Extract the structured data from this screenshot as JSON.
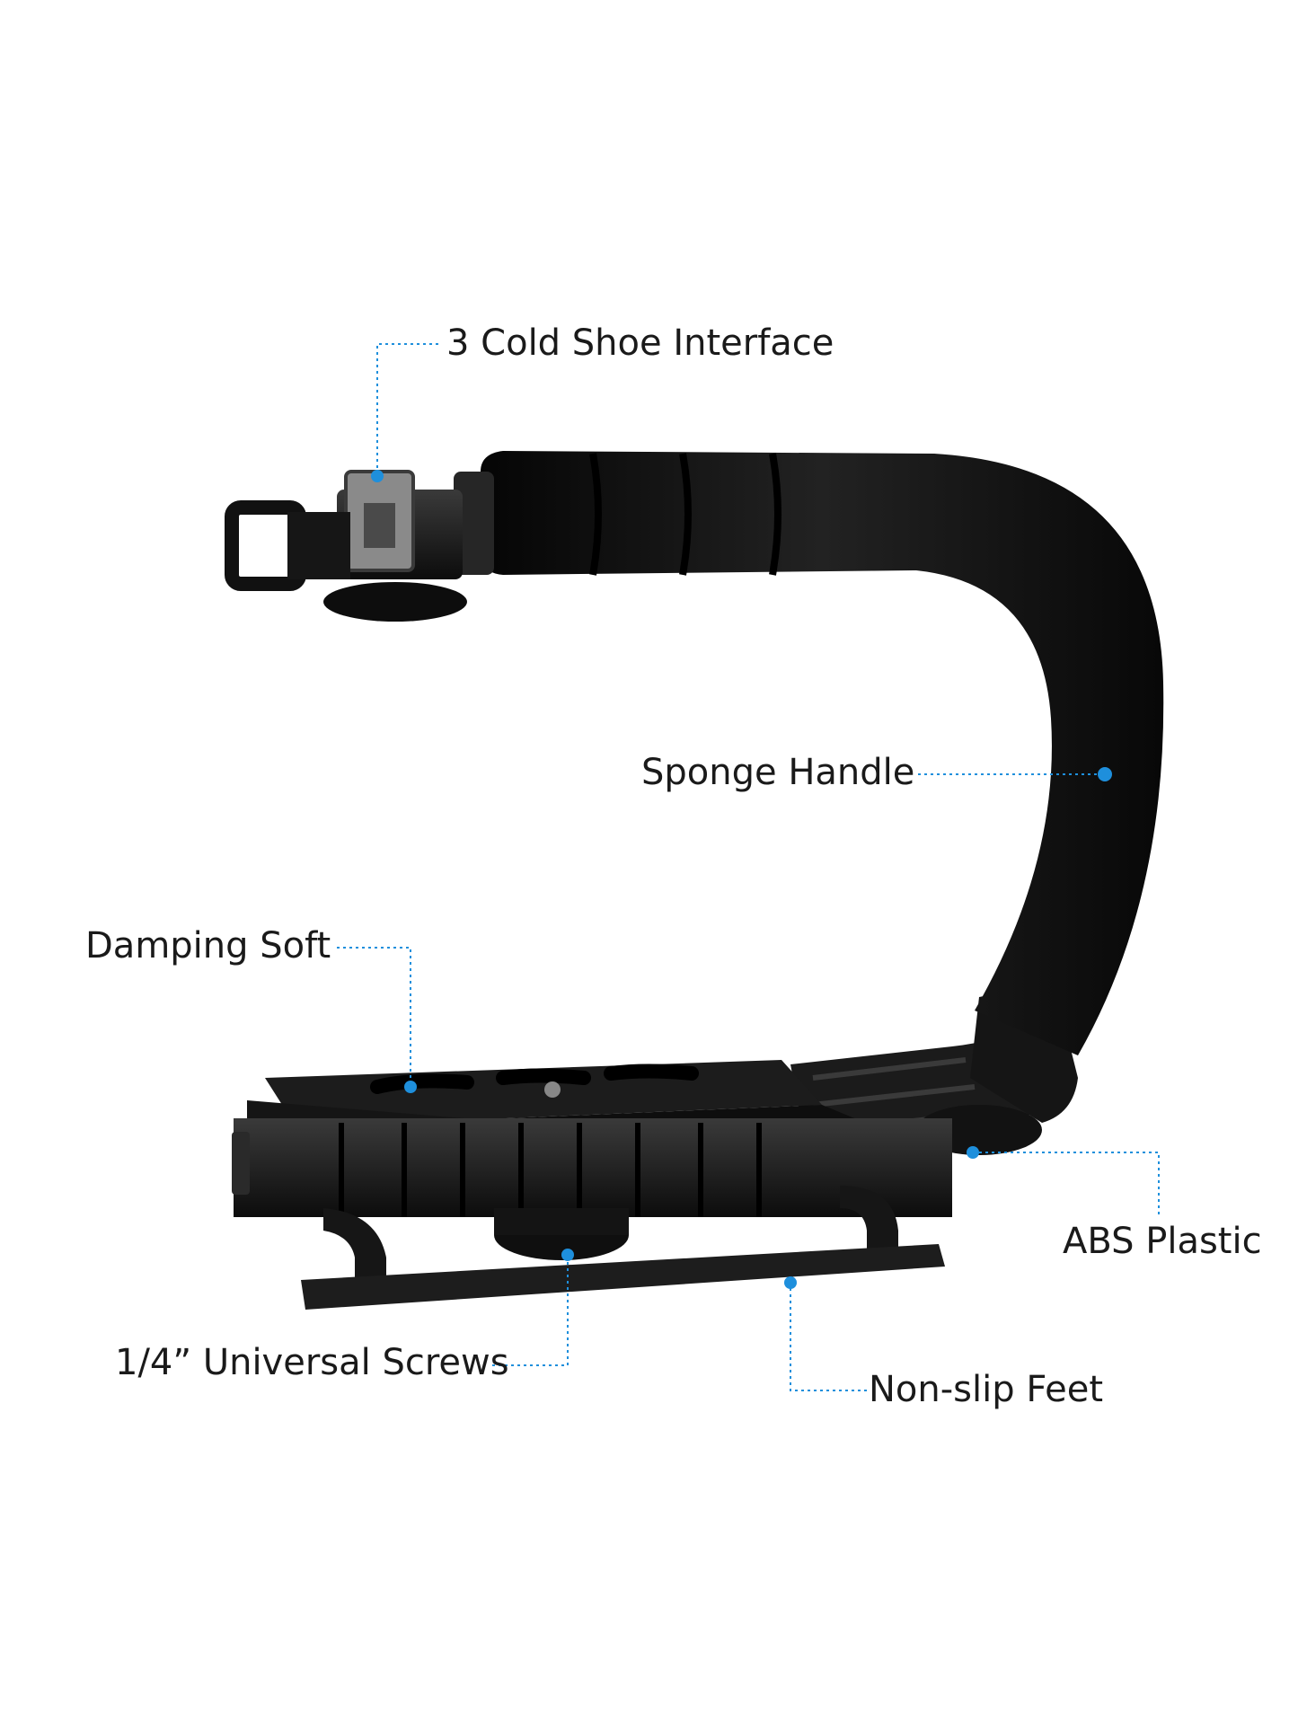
{
  "labels": {
    "cold_shoe": "3 Cold Shoe Interface",
    "sponge_handle": "Sponge Handle",
    "damping_soft": "Damping Soft",
    "abs_plastic": "ABS Plastic",
    "universal_screws": "1/4” Universal Screws",
    "non_slip_feet": "Non-slip Feet"
  },
  "colors": {
    "accent": "#1e8fdc",
    "product_dark": "#111111",
    "product_mid": "#2a2a2a",
    "label_text": "#1a1a1a"
  }
}
